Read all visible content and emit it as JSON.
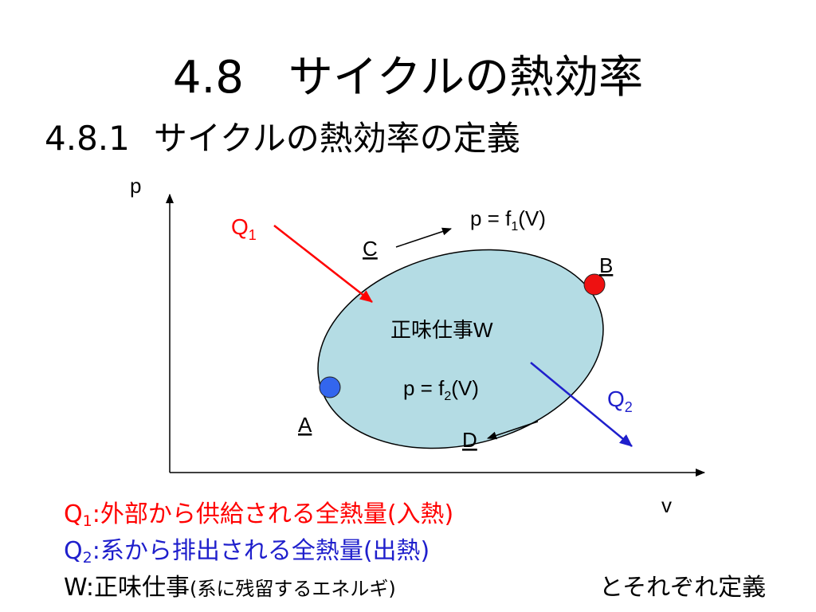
{
  "title": "4.8　サイクルの熱効率",
  "subtitle": {
    "number": "4.8.1",
    "text": "サイクルの熱効率の定義"
  },
  "diagram": {
    "axis_p": "p",
    "axis_v": "v",
    "q1": {
      "main": "Q",
      "sub": "1"
    },
    "q2": {
      "main": "Q",
      "sub": "2"
    },
    "point_a": "A",
    "point_b": "B",
    "point_c": "C",
    "point_d": "D",
    "curve_upper": {
      "pre": "p = f",
      "sub": "1",
      "post": "(V)"
    },
    "curve_lower": {
      "pre": "p = f",
      "sub": "2",
      "post": "(V)"
    },
    "net_work": "正味仕事W"
  },
  "legend": {
    "q1": {
      "symbol": "Q",
      "sub": "1",
      "sep": ":",
      "desc": "外部から供給される全熱量(入熱)"
    },
    "q2": {
      "symbol": "Q",
      "sub": "2",
      "sep": ":",
      "desc": "系から排出される全熱量(出熱)"
    },
    "w": {
      "symbol": "W",
      "sep": ":",
      "desc": "正味仕事",
      "note": "(系に残留するエネルギ)"
    }
  },
  "tail": "とそれぞれ定義",
  "colors": {
    "cycle_fill": "#b4dce4",
    "red": "#ff0000",
    "blue": "#1f1fcc",
    "point_a": "#3366ee",
    "point_b": "#ee1111"
  }
}
